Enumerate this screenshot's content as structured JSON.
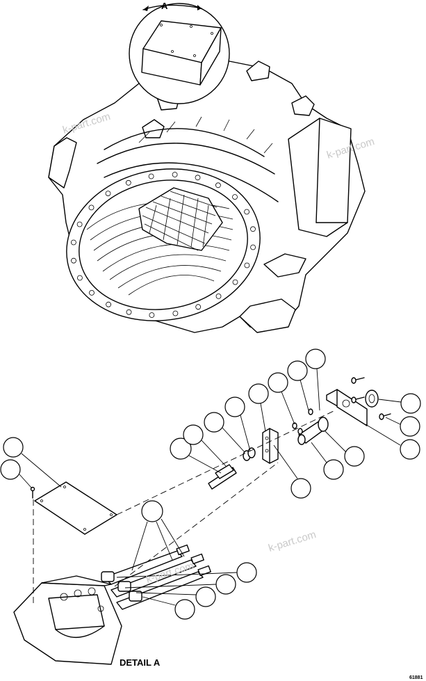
{
  "view_label": "A",
  "detail_label": "DETAIL A",
  "figure_number": "61881",
  "watermark": "k-part.com"
}
